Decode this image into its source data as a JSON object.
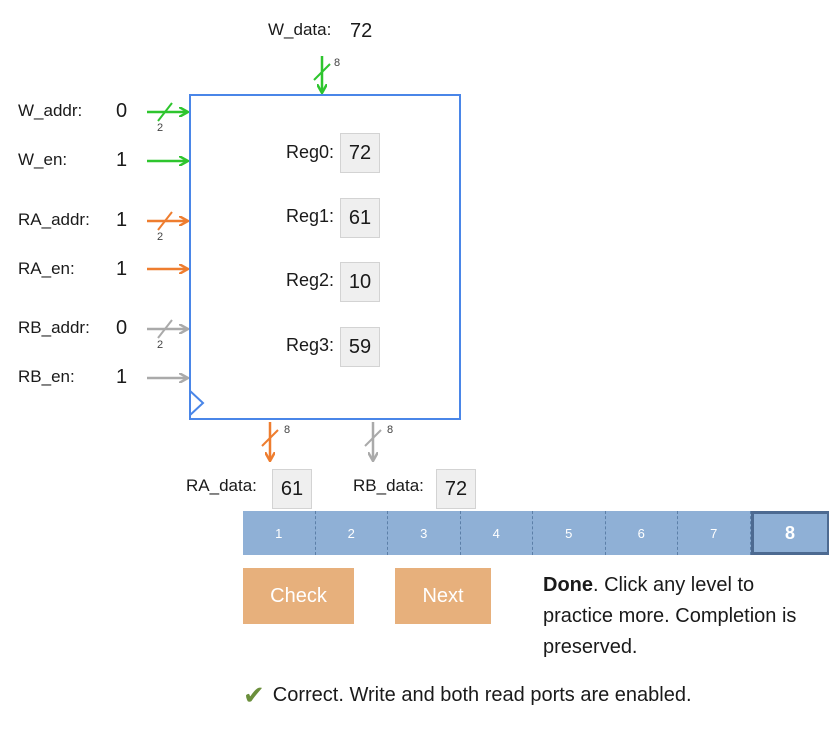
{
  "w_data": {
    "label": "W_data:",
    "value": "72",
    "width": "8"
  },
  "inputs": [
    {
      "label": "W_addr:",
      "value": "0",
      "width": "2"
    },
    {
      "label": "W_en:",
      "value": "1"
    },
    {
      "label": "RA_addr:",
      "value": "1",
      "width": "2"
    },
    {
      "label": "RA_en:",
      "value": "1"
    },
    {
      "label": "RB_addr:",
      "value": "0",
      "width": "2"
    },
    {
      "label": "RB_en:",
      "value": "1"
    }
  ],
  "registers": [
    {
      "label": "Reg0:",
      "value": "72"
    },
    {
      "label": "Reg1:",
      "value": "61"
    },
    {
      "label": "Reg2:",
      "value": "10"
    },
    {
      "label": "Reg3:",
      "value": "59"
    }
  ],
  "outputs": {
    "ra": {
      "label": "RA_data:",
      "value": "61",
      "width": "8"
    },
    "rb": {
      "label": "RB_data:",
      "value": "72",
      "width": "8"
    }
  },
  "levels": [
    "1",
    "2",
    "3",
    "4",
    "5",
    "6",
    "7",
    "8"
  ],
  "current_level": "8",
  "buttons": {
    "check": "Check",
    "next": "Next"
  },
  "status": {
    "bold": "Done",
    "text": ". Click any level to practice more. Completion is preserved."
  },
  "feedback": "Correct. Write and both read ports are enabled.",
  "colors": {
    "write": "#2ec52e",
    "port_a": "#ee7d2f",
    "port_b": "#aaaaaa",
    "regfile_border": "#4a86e8",
    "level_bg": "#8fb0d6",
    "button_bg": "#e7b07c",
    "check_icon": "#6b8f3c"
  }
}
